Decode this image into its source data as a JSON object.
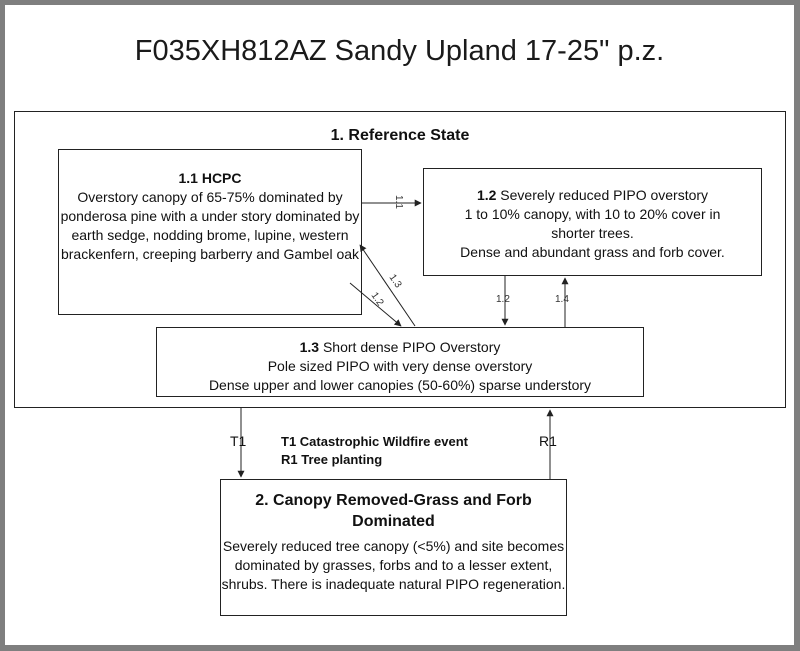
{
  "title": "F035XH812AZ Sandy Upland 17-25\" p.z.",
  "reference_state": {
    "title": "1. Reference State",
    "community_11": {
      "id": "1.1 HCPC",
      "text": "Overstory canopy of 65-75% dominated by ponderosa pine with a under story dominated by earth sedge, nodding brome, lupine, western brackenfern, creeping barberry and Gambel oak"
    },
    "community_12": {
      "id": "1.2",
      "name": "Severely reduced PIPO overstory",
      "lines": [
        "1 to 10% canopy, with 10 to 20% cover in",
        "shorter trees.",
        "Dense and abundant grass and forb cover."
      ]
    },
    "community_13": {
      "id": "1.3",
      "name": "Short dense PIPO Overstory",
      "lines": [
        "Pole sized PIPO with very dense overstory",
        "Dense upper and lower canopies (50-60%) sparse understory"
      ]
    }
  },
  "pathway_labels": {
    "p11": "1.1",
    "p12a": "1.2",
    "p13": "1.3",
    "p12b": "1.2",
    "p14": "1.4"
  },
  "transitions": {
    "t1_label": "T1",
    "r1_label": "R1",
    "legend_t1": "T1 Catastrophic Wildfire event",
    "legend_r1": "R1 Tree planting"
  },
  "state_2": {
    "title": "2. Canopy Removed-Grass and Forb Dominated",
    "text": "Severely reduced tree canopy (<5%) and site becomes dominated by grasses, forbs and to a lesser extent, shrubs. There is inadequate natural PIPO regeneration."
  }
}
